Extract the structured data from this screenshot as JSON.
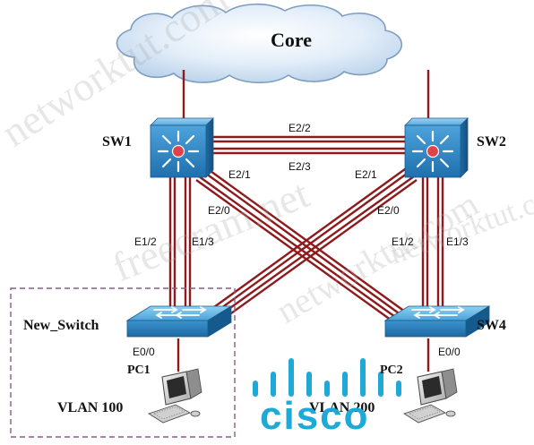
{
  "cloud": {
    "label": "Core"
  },
  "devices": {
    "sw1": {
      "name": "SW1"
    },
    "sw2": {
      "name": "SW2"
    },
    "new_switch": {
      "name": "New_Switch"
    },
    "sw4": {
      "name": "SW4"
    },
    "pc1": {
      "name": "PC1",
      "vlan": "VLAN 100"
    },
    "pc2": {
      "name": "PC2",
      "vlan": "VLAN 200"
    }
  },
  "ports": {
    "sw1_sw2_top": "E2/2",
    "sw1_sw2_bottom": "E2/3",
    "sw1_e21": "E2/1",
    "sw1_e20": "E2/0",
    "sw2_e21": "E2/1",
    "sw2_e20": "E2/0",
    "sw1_e12": "E1/2",
    "sw1_e13": "E1/3",
    "sw2_e12": "E1/2",
    "sw2_e13": "E1/3",
    "new_switch_e00": "E0/0",
    "sw4_e00": "E0/0"
  },
  "watermarks": [
    "networktut.com",
    "freecram.net",
    "networktut.com",
    "networktut.com"
  ],
  "logo": {
    "text": "cisco"
  },
  "colors": {
    "link": "#8f1a1c",
    "l3_switch": "#2a86c2",
    "l2_switch": "#3a8fc9",
    "cloud": "#cfe2f3",
    "boundary": "#8a5a8a",
    "cisco_blue": "#1fa9d6"
  }
}
